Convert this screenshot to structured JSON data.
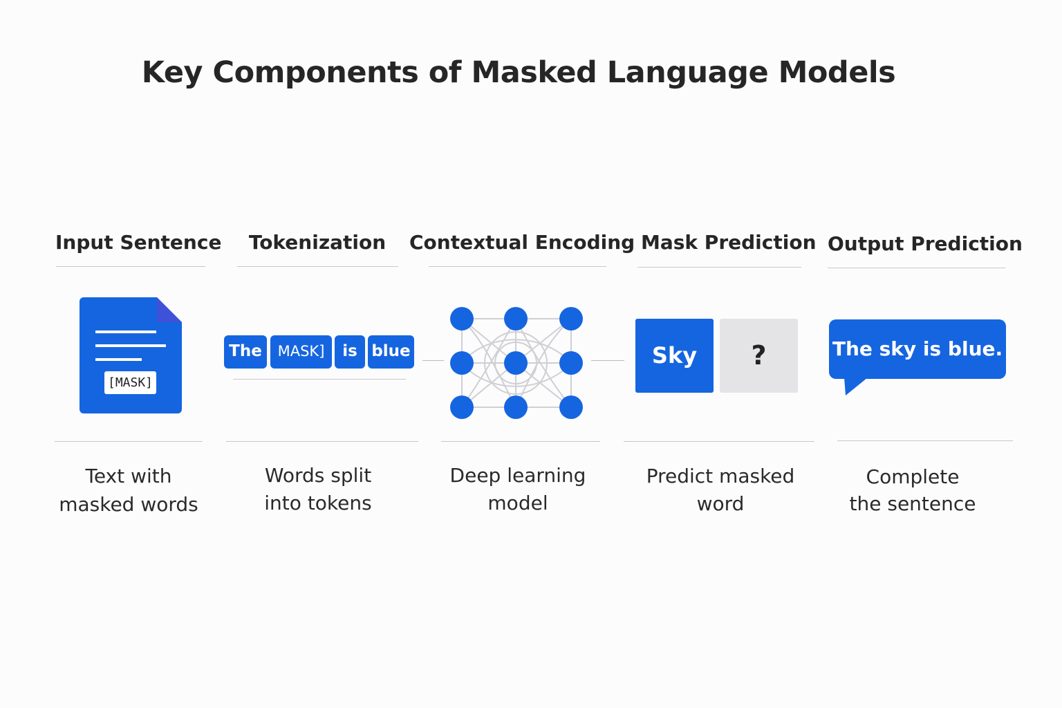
{
  "title": "Key Components of Masked Language Models",
  "colors": {
    "accent": "#1565e0",
    "neutral": "#e4e4e6",
    "rule": "#c8c8cc"
  },
  "steps": [
    {
      "heading": "Input Sentence",
      "desc": [
        "Text with",
        "masked words"
      ],
      "icon": "document-icon",
      "chip": "[MASK]"
    },
    {
      "heading": "Tokenization",
      "desc": [
        "Words split",
        "into tokens"
      ],
      "tokens": [
        "The",
        "MASK]",
        "is",
        "blue"
      ]
    },
    {
      "heading": "Contextual Encoding",
      "desc": [
        "Deep learning",
        "model"
      ],
      "icon": "neural-network-icon"
    },
    {
      "heading": "Mask Prediction",
      "desc": [
        "Predict masked",
        "word"
      ],
      "prediction": "Sky",
      "unknown": "?"
    },
    {
      "heading": "Output Prediction",
      "desc": [
        "Complete",
        "the sentence"
      ],
      "output": "The sky is blue."
    }
  ]
}
